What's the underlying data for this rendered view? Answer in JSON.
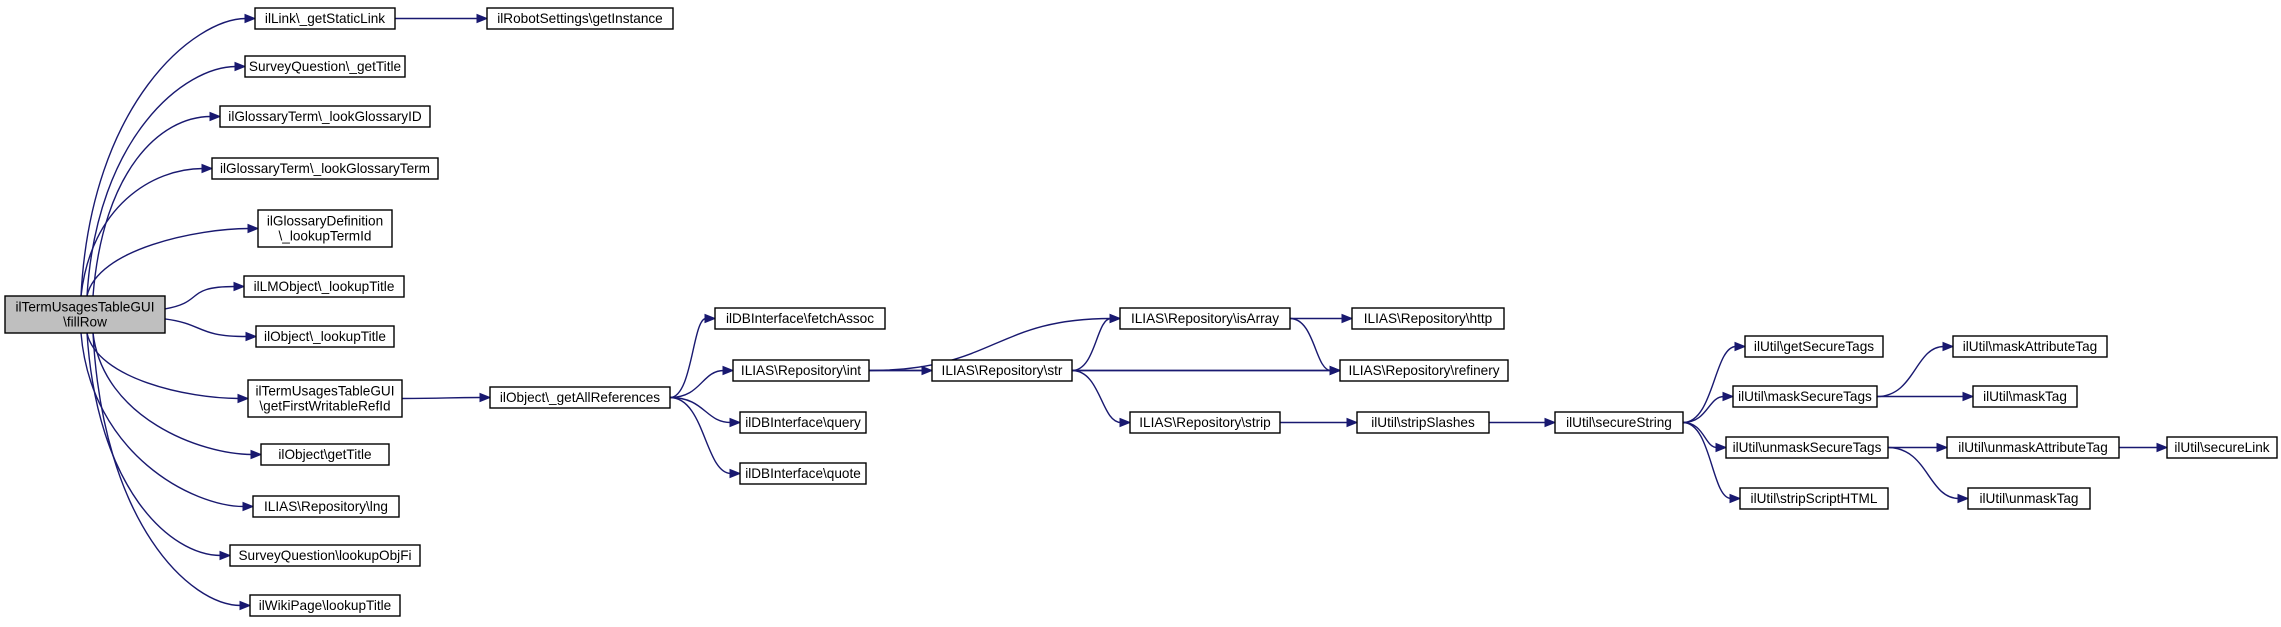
{
  "diagram": {
    "nodes": [
      {
        "id": "root",
        "lines": [
          "ilTermUsagesTableGUI",
          "\\fillRow"
        ],
        "root": true
      },
      {
        "id": "getStaticLink",
        "lines": [
          "ilLink\\_getStaticLink"
        ]
      },
      {
        "id": "robotGetInstance",
        "lines": [
          "ilRobotSettings\\getInstance"
        ]
      },
      {
        "id": "surveyGetTitle",
        "lines": [
          "SurveyQuestion\\_getTitle"
        ]
      },
      {
        "id": "lookGlossaryID",
        "lines": [
          "ilGlossaryTerm\\_lookGlossaryID"
        ]
      },
      {
        "id": "lookGlossaryTerm",
        "lines": [
          "ilGlossaryTerm\\_lookGlossaryTerm"
        ]
      },
      {
        "id": "lookupTermId",
        "lines": [
          "ilGlossaryDefinition",
          "\\_lookupTermId"
        ]
      },
      {
        "id": "lmLookupTitle",
        "lines": [
          "ilLMObject\\_lookupTitle"
        ]
      },
      {
        "id": "objLookupTitle",
        "lines": [
          "ilObject\\_lookupTitle"
        ]
      },
      {
        "id": "getFirstWritable",
        "lines": [
          "ilTermUsagesTableGUI",
          "\\getFirstWritableRefId"
        ]
      },
      {
        "id": "objGetTitle",
        "lines": [
          "ilObject\\getTitle"
        ]
      },
      {
        "id": "lng",
        "lines": [
          "ILIAS\\Repository\\lng"
        ]
      },
      {
        "id": "lookupObjFi",
        "lines": [
          "SurveyQuestion\\lookupObjFi"
        ]
      },
      {
        "id": "wikiLookupTitle",
        "lines": [
          "ilWikiPage\\lookupTitle"
        ]
      },
      {
        "id": "getAllReferences",
        "lines": [
          "ilObject\\_getAllReferences"
        ]
      },
      {
        "id": "fetchAssoc",
        "lines": [
          "ilDBInterface\\fetchAssoc"
        ]
      },
      {
        "id": "repoInt",
        "lines": [
          "ILIAS\\Repository\\int"
        ]
      },
      {
        "id": "dbQuery",
        "lines": [
          "ilDBInterface\\query"
        ]
      },
      {
        "id": "dbQuote",
        "lines": [
          "ilDBInterface\\quote"
        ]
      },
      {
        "id": "repoStr",
        "lines": [
          "ILIAS\\Repository\\str"
        ]
      },
      {
        "id": "isArray",
        "lines": [
          "ILIAS\\Repository\\isArray"
        ]
      },
      {
        "id": "repoStrip",
        "lines": [
          "ILIAS\\Repository\\strip"
        ]
      },
      {
        "id": "http",
        "lines": [
          "ILIAS\\Repository\\http"
        ]
      },
      {
        "id": "refinery",
        "lines": [
          "ILIAS\\Repository\\refinery"
        ]
      },
      {
        "id": "stripSlashes",
        "lines": [
          "ilUtil\\stripSlashes"
        ]
      },
      {
        "id": "secureString",
        "lines": [
          "ilUtil\\secureString"
        ]
      },
      {
        "id": "getSecureTags",
        "lines": [
          "ilUtil\\getSecureTags"
        ]
      },
      {
        "id": "maskSecureTags",
        "lines": [
          "ilUtil\\maskSecureTags"
        ]
      },
      {
        "id": "unmaskSecureTags",
        "lines": [
          "ilUtil\\unmaskSecureTags"
        ]
      },
      {
        "id": "stripScriptHTML",
        "lines": [
          "ilUtil\\stripScriptHTML"
        ]
      },
      {
        "id": "maskAttributeTag",
        "lines": [
          "ilUtil\\maskAttributeTag"
        ]
      },
      {
        "id": "maskTag",
        "lines": [
          "ilUtil\\maskTag"
        ]
      },
      {
        "id": "unmaskAttributeTag",
        "lines": [
          "ilUtil\\unmaskAttributeTag"
        ]
      },
      {
        "id": "unmaskTag",
        "lines": [
          "ilUtil\\unmaskTag"
        ]
      },
      {
        "id": "secureLink",
        "lines": [
          "ilUtil\\secureLink"
        ]
      }
    ],
    "edges": [
      {
        "from": "root",
        "to": "getStaticLink"
      },
      {
        "from": "root",
        "to": "surveyGetTitle"
      },
      {
        "from": "root",
        "to": "lookGlossaryID"
      },
      {
        "from": "root",
        "to": "lookGlossaryTerm"
      },
      {
        "from": "root",
        "to": "lookupTermId"
      },
      {
        "from": "root",
        "to": "lmLookupTitle"
      },
      {
        "from": "root",
        "to": "objLookupTitle"
      },
      {
        "from": "root",
        "to": "getFirstWritable"
      },
      {
        "from": "root",
        "to": "objGetTitle"
      },
      {
        "from": "root",
        "to": "lng"
      },
      {
        "from": "root",
        "to": "lookupObjFi"
      },
      {
        "from": "root",
        "to": "wikiLookupTitle"
      },
      {
        "from": "getStaticLink",
        "to": "robotGetInstance"
      },
      {
        "from": "getFirstWritable",
        "to": "getAllReferences"
      },
      {
        "from": "getAllReferences",
        "to": "fetchAssoc"
      },
      {
        "from": "getAllReferences",
        "to": "repoInt"
      },
      {
        "from": "getAllReferences",
        "to": "dbQuery"
      },
      {
        "from": "getAllReferences",
        "to": "dbQuote"
      },
      {
        "from": "repoInt",
        "to": "isArray"
      },
      {
        "from": "repoInt",
        "to": "repoStr"
      },
      {
        "from": "repoInt",
        "to": "refinery"
      },
      {
        "from": "repoStr",
        "to": "isArray"
      },
      {
        "from": "repoStr",
        "to": "refinery"
      },
      {
        "from": "repoStr",
        "to": "repoStrip"
      },
      {
        "from": "isArray",
        "to": "http"
      },
      {
        "from": "isArray",
        "to": "refinery"
      },
      {
        "from": "repoStrip",
        "to": "stripSlashes"
      },
      {
        "from": "stripSlashes",
        "to": "secureString"
      },
      {
        "from": "secureString",
        "to": "getSecureTags"
      },
      {
        "from": "secureString",
        "to": "maskSecureTags"
      },
      {
        "from": "secureString",
        "to": "unmaskSecureTags"
      },
      {
        "from": "secureString",
        "to": "stripScriptHTML"
      },
      {
        "from": "maskSecureTags",
        "to": "maskAttributeTag"
      },
      {
        "from": "maskSecureTags",
        "to": "maskTag"
      },
      {
        "from": "unmaskSecureTags",
        "to": "unmaskAttributeTag"
      },
      {
        "from": "unmaskSecureTags",
        "to": "unmaskTag"
      },
      {
        "from": "unmaskAttributeTag",
        "to": "secureLink"
      }
    ]
  },
  "colors": {
    "edge": "#191970",
    "node_border": "#000000",
    "node_fill": "#ffffff",
    "root_fill": "#bfbfbf"
  }
}
